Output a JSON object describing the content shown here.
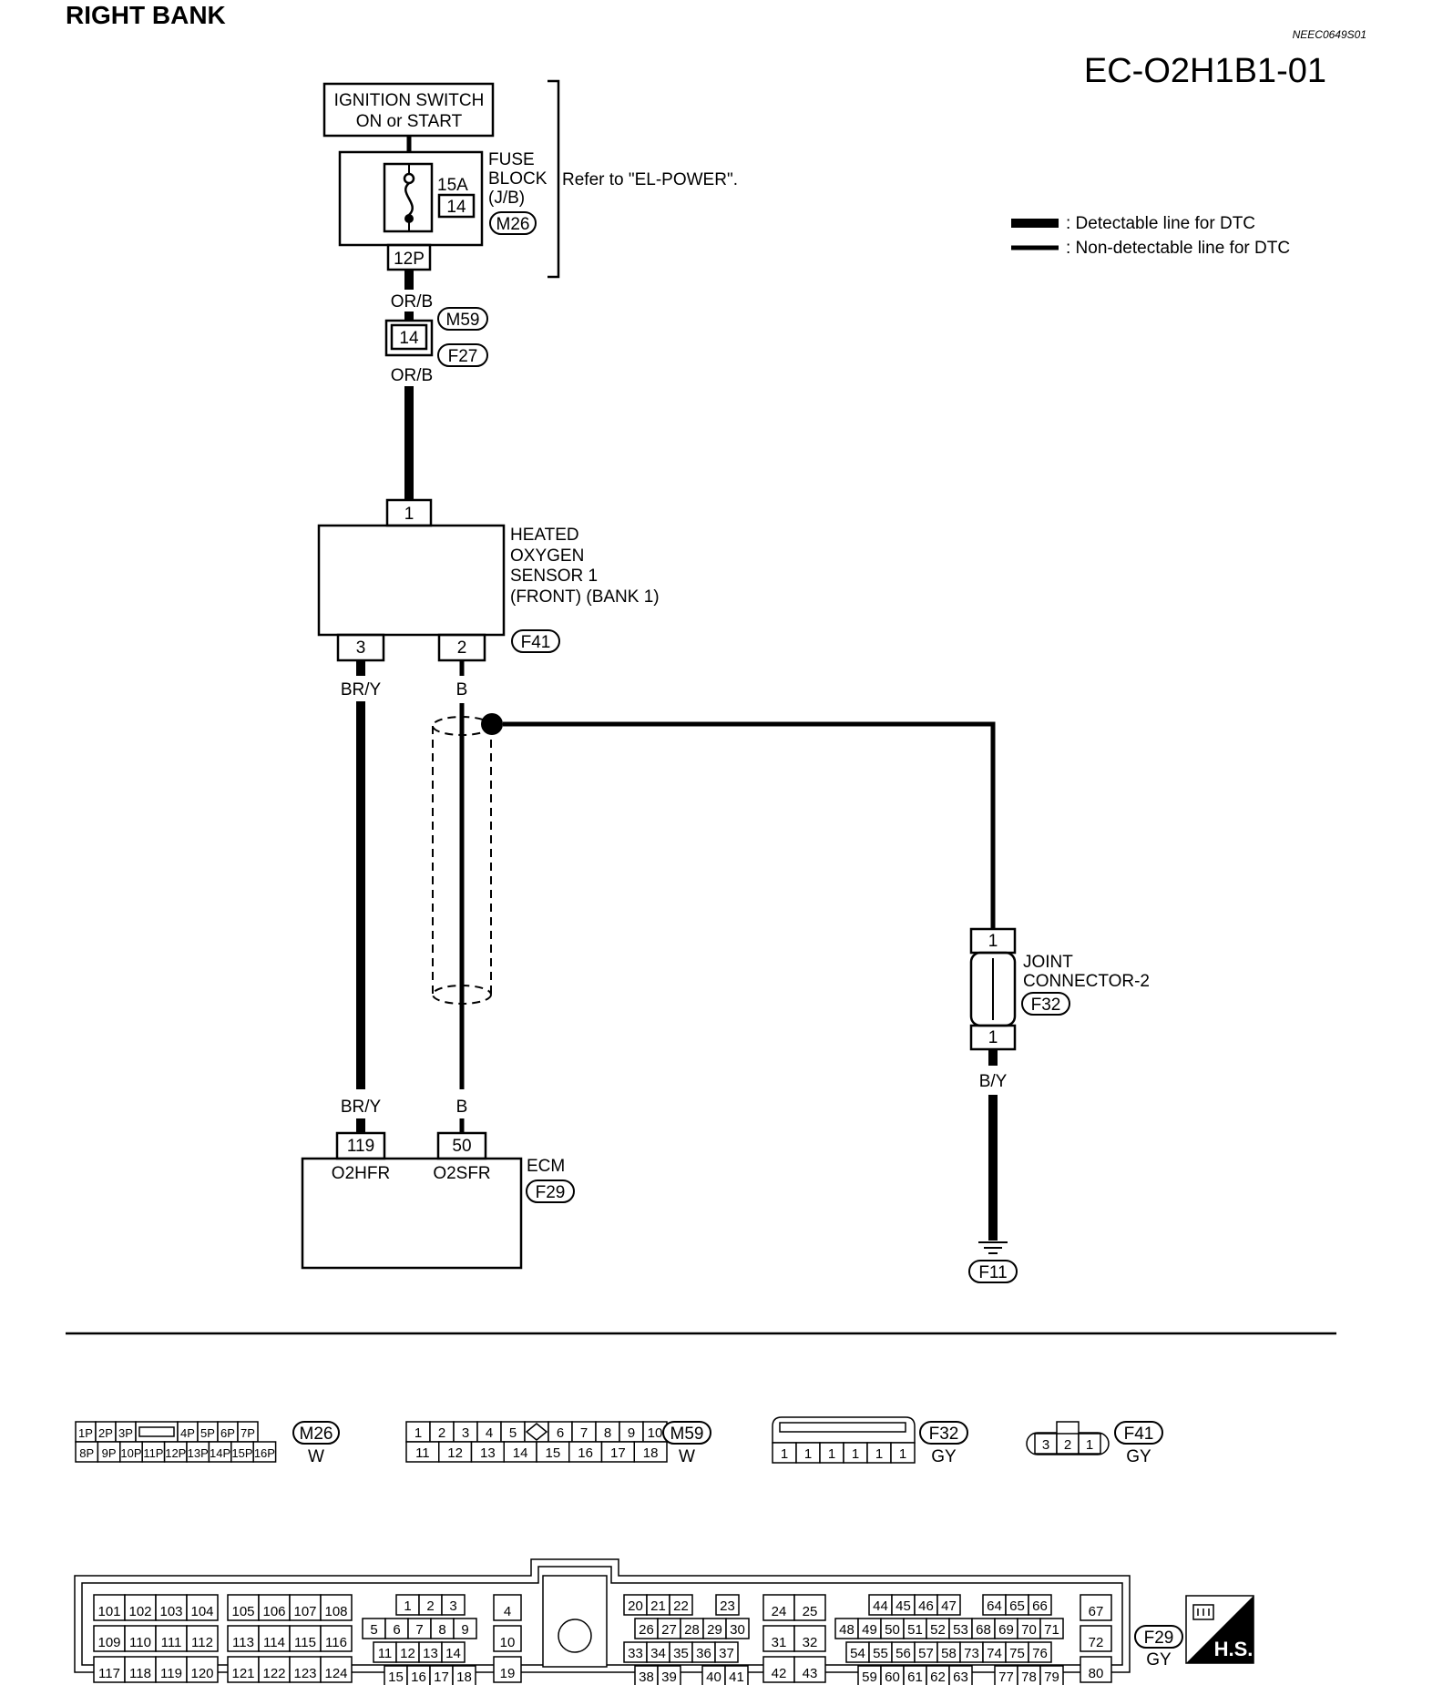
{
  "header": {
    "title": "RIGHT BANK",
    "doc_code": "NEEC0649S01",
    "diagram_id": "EC-O2H1B1-01"
  },
  "legend": {
    "detectable": ": Detectable line for DTC",
    "non_detectable": ": Non-detectable line for DTC"
  },
  "ignition": {
    "line1": "IGNITION SWITCH",
    "line2": "ON or START"
  },
  "fuse": {
    "l1": "FUSE",
    "l2": "BLOCK",
    "l3": "(J/B)",
    "amp": "15A",
    "num": "14",
    "conn": "M26",
    "pin": "12P",
    "refer": "Refer to \"EL-POWER\"."
  },
  "wires": {
    "orb": "OR/B",
    "bry": "BR/Y",
    "b": "B",
    "by": "B/Y"
  },
  "inline_conn": {
    "pin": "14",
    "top": "M59",
    "bottom": "F27"
  },
  "sensor": {
    "l1": "HEATED",
    "l2": "OXYGEN",
    "l3": "SENSOR  1",
    "l4": "(FRONT) (BANK 1)",
    "pin_top": "1",
    "pin_a": "3",
    "pin_b": "2",
    "conn": "F41"
  },
  "joint": {
    "l1": "JOINT",
    "l2": "CONNECTOR-2",
    "conn": "F32",
    "pin_top": "1",
    "pin_bot": "1"
  },
  "ground": "F11",
  "ecm": {
    "name": "ECM",
    "conn": "F29",
    "pin_a": "119",
    "pin_b": "50",
    "sig_a": "O2HFR",
    "sig_b": "O2SFR"
  },
  "connectors": {
    "m26": {
      "top": [
        "1P",
        "2P",
        "3P",
        "",
        "4P",
        "5P",
        "6P",
        "7P"
      ],
      "bottom": [
        "8P",
        "9P",
        "10P",
        "11P",
        "12P",
        "13P",
        "14P",
        "15P",
        "16P"
      ],
      "id": "M26",
      "color": "W"
    },
    "m59": {
      "top": [
        "1",
        "2",
        "3",
        "4",
        "5",
        "",
        "6",
        "7",
        "8",
        "9",
        "10"
      ],
      "bottom": [
        "11",
        "12",
        "13",
        "14",
        "15",
        "16",
        "17",
        "18"
      ],
      "id": "M59",
      "color": "W"
    },
    "f32": {
      "pins": [
        "1",
        "1",
        "1",
        "1",
        "1",
        "1"
      ],
      "id": "F32",
      "color": "GY"
    },
    "f41": {
      "pins": [
        "3",
        "2",
        "1"
      ],
      "id": "F41",
      "color": "GY"
    },
    "f29": {
      "id": "F29",
      "color": "GY",
      "g1": [
        [
          "101",
          "102",
          "103",
          "104"
        ],
        [
          "109",
          "110",
          "111",
          "112"
        ],
        [
          "117",
          "118",
          "119",
          "120"
        ]
      ],
      "g2": [
        [
          "105",
          "106",
          "107",
          "108"
        ],
        [
          "113",
          "114",
          "115",
          "116"
        ],
        [
          "121",
          "122",
          "123",
          "124"
        ]
      ],
      "g3": [
        [
          "1",
          "2",
          "3"
        ],
        [
          "5",
          "6",
          "7",
          "8",
          "9"
        ],
        [
          "11",
          "12",
          "13",
          "14"
        ],
        [
          "15",
          "16",
          "17",
          "18"
        ]
      ],
      "g4": [
        "4",
        "10",
        "19"
      ],
      "g5": [
        [
          "20",
          "21",
          "22",
          "23"
        ],
        [
          "26",
          "27",
          "28",
          "29",
          "30"
        ],
        [
          "33",
          "34",
          "35",
          "36",
          "37"
        ],
        [
          "38",
          "39",
          "40",
          "41"
        ]
      ],
      "g6": [
        [
          "24",
          "25"
        ],
        [
          "31",
          "32"
        ],
        [
          "42",
          "43"
        ]
      ],
      "g7": [
        [
          "44",
          "45",
          "46",
          "47",
          "64",
          "65",
          "66"
        ],
        [
          "48",
          "49",
          "50",
          "51",
          "52",
          "53",
          "68",
          "69",
          "70",
          "71"
        ],
        [
          "54",
          "55",
          "56",
          "57",
          "58",
          "73",
          "74",
          "75",
          "76"
        ],
        [
          "59",
          "60",
          "61",
          "62",
          "63",
          "77",
          "78",
          "79"
        ]
      ],
      "g8": [
        "67",
        "72",
        "80"
      ]
    }
  },
  "hs_logo": {
    "text": "H.S."
  }
}
